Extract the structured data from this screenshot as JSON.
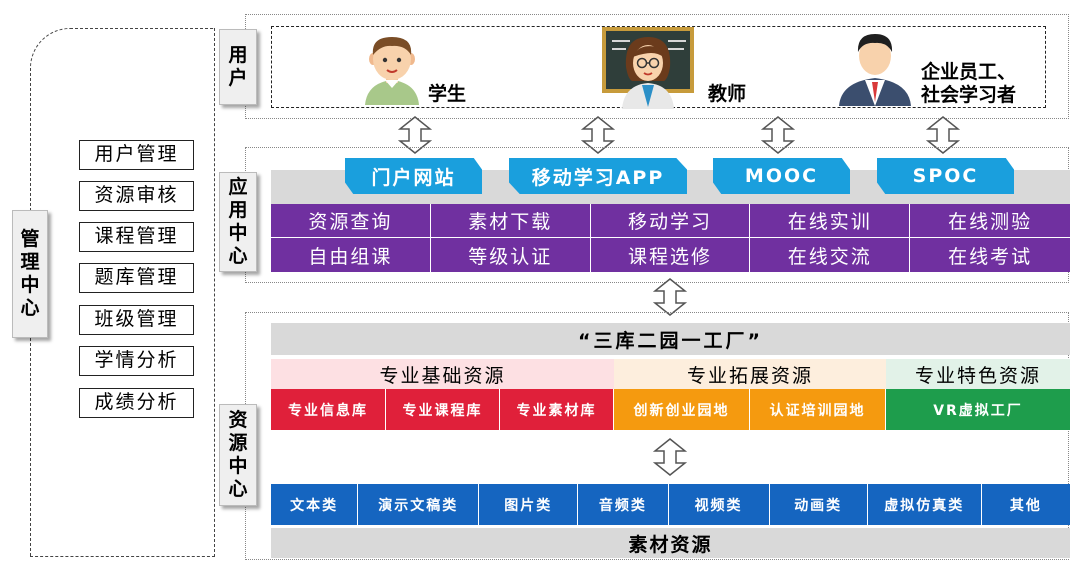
{
  "management": {
    "label_chars": [
      "管",
      "理",
      "中",
      "心"
    ],
    "items": [
      "用户管理",
      "资源审核",
      "课程管理",
      "题库管理",
      "班级管理",
      "学情分析",
      "成绩分析"
    ]
  },
  "users": {
    "section_chars": [
      "用",
      "户"
    ],
    "student": "学生",
    "teacher": "教师",
    "enterprise_line1": "企业员工、",
    "enterprise_line2": "社会学习者"
  },
  "application": {
    "section_chars": [
      "应",
      "用",
      "中",
      "心"
    ],
    "tags": [
      "门户网站",
      "移动学习APP",
      "MOOC",
      "SPOC"
    ],
    "functions": [
      "资源查询",
      "素材下载",
      "移动学习",
      "在线实训",
      "在线测验",
      "自由组课",
      "等级认证",
      "课程选修",
      "在线交流",
      "在线考试"
    ]
  },
  "resources": {
    "section_chars": [
      "资",
      "源",
      "中",
      "心"
    ],
    "title": "“三库二园一工厂”",
    "headers": [
      "专业基础资源",
      "专业拓展资源",
      "专业特色资源"
    ],
    "subs": [
      "专业信息库",
      "专业课程库",
      "专业素材库",
      "创新创业园地",
      "认证培训园地",
      "VR虚拟工厂"
    ],
    "materials": [
      "文本类",
      "演示文稿类",
      "图片类",
      "音频类",
      "视频类",
      "动画类",
      "虚拟仿真类",
      "其他"
    ],
    "materials_footer": "素材资源"
  },
  "colors": {
    "tag_blue": "#1a9fdd",
    "function_purple": "#7030a0",
    "basic_header": "#fde0e3",
    "basic_sub": "#e0203a",
    "ext_header": "#fdeedd",
    "ext_sub": "#f59a0f",
    "special_header": "#e2f2e8",
    "special_sub": "#1e9d4c",
    "material_blue": "#1565c0"
  },
  "icons": [
    "student-icon",
    "teacher-icon",
    "enterprise-staff-icon",
    "double-arrow-icon"
  ]
}
